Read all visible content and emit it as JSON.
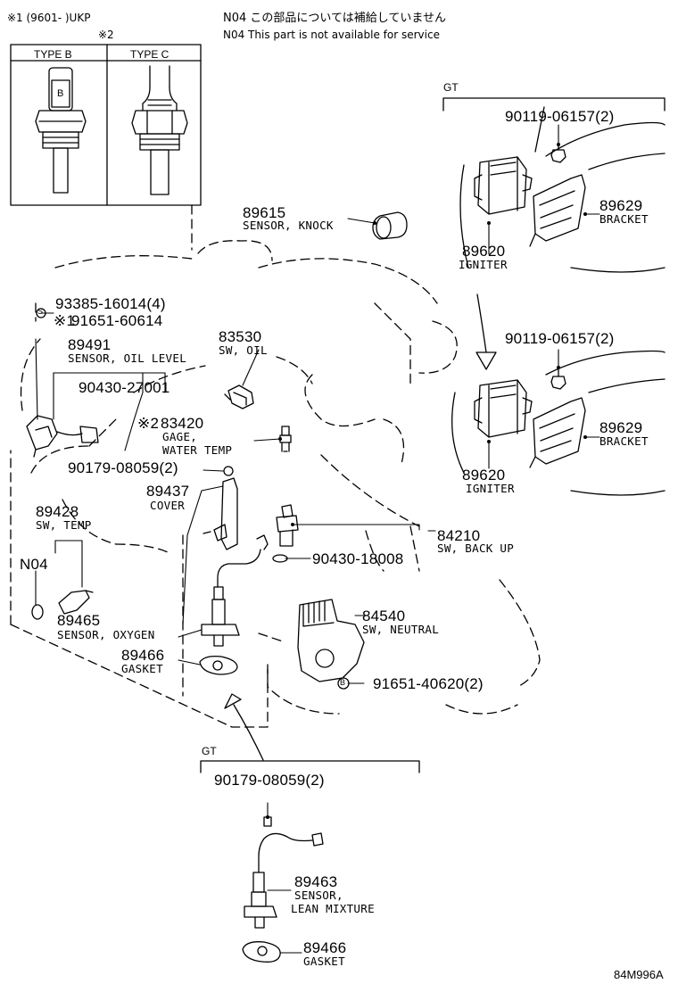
{
  "header": {
    "footnote_1": "※1 (9601-        )UKP",
    "footnote_2": "※2",
    "note_jp": "N04 この部品については補給していません",
    "note_en": "N04 This part is not available for service"
  },
  "variants": [
    {
      "label": "TYPE B",
      "mark": "B"
    },
    {
      "label": "TYPE C",
      "mark": ""
    }
  ],
  "groups": {
    "gt_top": "GT",
    "gt_bottom": "GT"
  },
  "parts": {
    "p89615": {
      "number": "89615",
      "name": "SENSOR, KNOCK"
    },
    "p90119_a": {
      "number": "90119-06157(2)"
    },
    "p89629_a": {
      "number": "89629",
      "name": "BRACKET"
    },
    "p89620_a": {
      "number": "89620",
      "name": "IGNITER"
    },
    "p93385": {
      "number": "93385-16014(4)"
    },
    "p91651_60614": {
      "mark": "※1",
      "number": "91651-60614"
    },
    "p89491": {
      "number": "89491",
      "name": "SENSOR, OIL LEVEL"
    },
    "p83530": {
      "number": "83530",
      "name": "SW, OIL"
    },
    "p90430_27001": {
      "number": "90430-27001"
    },
    "p90119_b": {
      "number": "90119-06157(2)"
    },
    "p89629_b": {
      "number": "89629",
      "name": "BRACKET"
    },
    "p83420": {
      "mark": "※2",
      "number": "83420",
      "name_1": "GAGE,",
      "name_2": "WATER TEMP"
    },
    "p90179_a": {
      "number": "90179-08059(2)"
    },
    "p89620_b": {
      "number": "89620",
      "name": "IGNITER"
    },
    "p89437": {
      "number": "89437",
      "name": "COVER"
    },
    "p89428": {
      "number": "89428",
      "name": "SW, TEMP"
    },
    "n04": {
      "code": "N04"
    },
    "p84210": {
      "number": "84210",
      "name": "SW, BACK UP"
    },
    "p90430_18008": {
      "number": "90430-18008"
    },
    "p89465": {
      "number": "89465",
      "name": "SENSOR, OXYGEN"
    },
    "p84540": {
      "number": "84540",
      "name": "SW, NEUTRAL"
    },
    "p89466_a": {
      "number": "89466",
      "name": "GASKET"
    },
    "p91651_40620": {
      "number": "91651-40620(2)"
    },
    "p90179_b": {
      "number": "90179-08059(2)"
    },
    "p89463": {
      "number": "89463",
      "name_1": "SENSOR,",
      "name_2": "LEAN MIXTURE"
    },
    "p89466_b": {
      "number": "89466",
      "name": "GASKET"
    }
  },
  "callout_marks": {
    "bolt_s": "S",
    "bolt_b": "B",
    "variant_b": "B"
  },
  "figure_id": "84M996A"
}
